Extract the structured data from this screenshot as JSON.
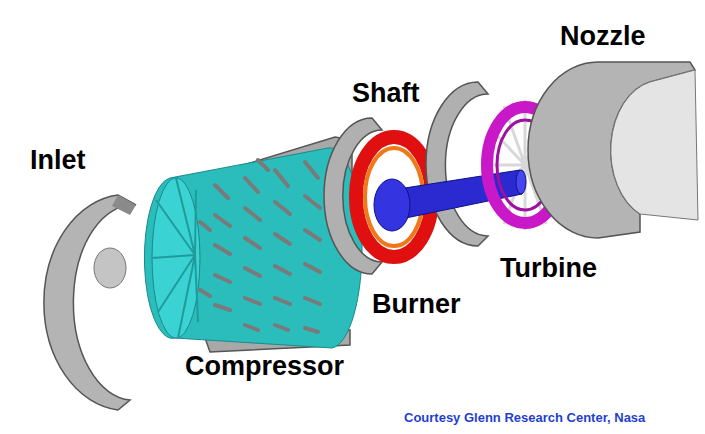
{
  "diagram": {
    "labels": [
      "Inlet",
      "Compressor",
      "Shaft",
      "Burner",
      "Turbine",
      "Nozzle",
      "Courtesy Glenn Research Center, Nasa"
    ]
  }
}
